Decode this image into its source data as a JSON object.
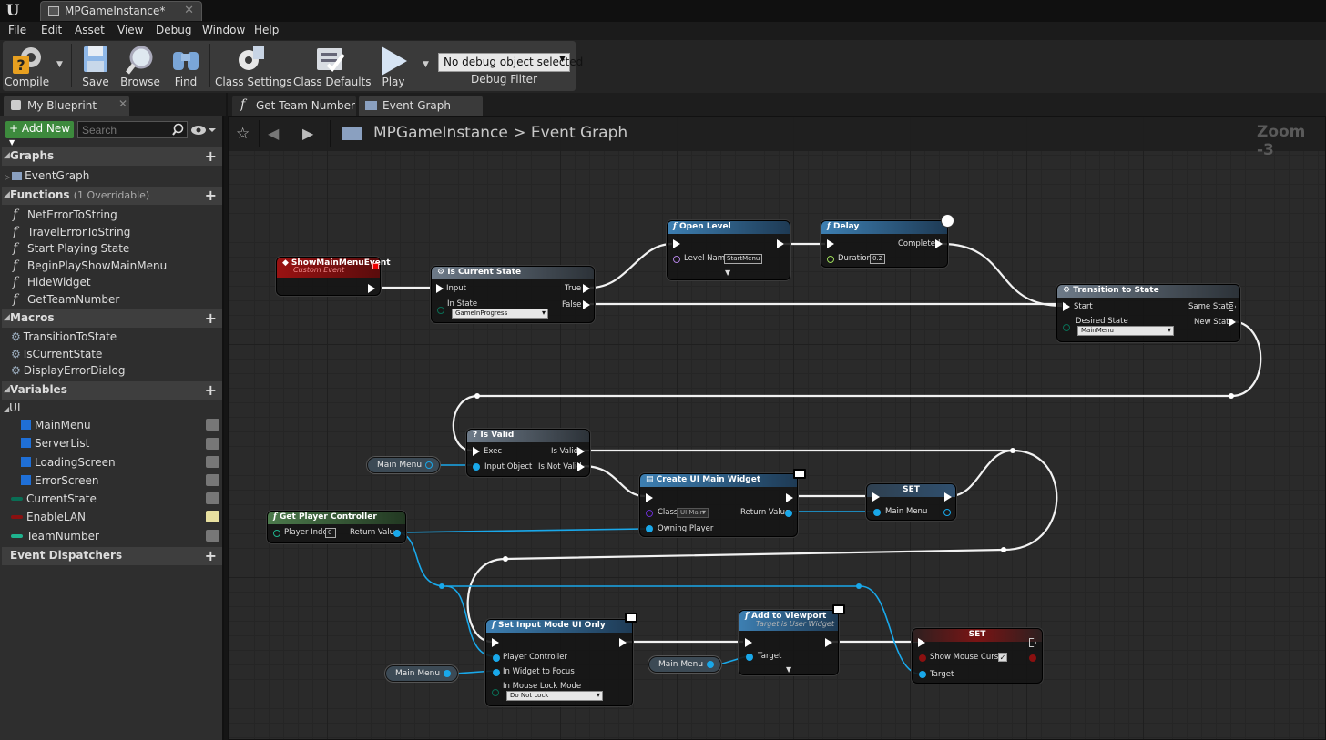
{
  "app": {
    "tab_title": "MPGameInstance*"
  },
  "menu": [
    "File",
    "Edit",
    "Asset",
    "View",
    "Debug",
    "Window",
    "Help"
  ],
  "toolbar": {
    "compile": "Compile",
    "save": "Save",
    "browse": "Browse",
    "find": "Find",
    "class_settings": "Class Settings",
    "class_defaults": "Class Defaults",
    "play": "Play",
    "debug_select": "No debug object selected",
    "debug_filter": "Debug Filter"
  },
  "left_panel": {
    "tab": "My Blueprint",
    "add_new": "Add New",
    "search_placeholder": "Search",
    "graphs": {
      "title": "Graphs",
      "items": [
        "EventGraph"
      ]
    },
    "functions": {
      "title": "Functions",
      "note": "(1 Overridable)",
      "items": [
        "NetErrorToString",
        "TravelErrorToString",
        "Start Playing State",
        "BeginPlayShowMainMenu",
        "HideWidget",
        "GetTeamNumber"
      ]
    },
    "macros": {
      "title": "Macros",
      "items": [
        "TransitionToState",
        "IsCurrentState",
        "DisplayErrorDialog"
      ]
    },
    "variables": {
      "title": "Variables",
      "category": "UI",
      "items": [
        {
          "name": "MainMenu",
          "color": "#1f6fd6"
        },
        {
          "name": "ServerList",
          "color": "#1f6fd6"
        },
        {
          "name": "LoadingScreen",
          "color": "#1f6fd6"
        },
        {
          "name": "ErrorScreen",
          "color": "#1f6fd6"
        },
        {
          "name": "CurrentState",
          "color": "#0a6e55"
        },
        {
          "name": "EnableLAN",
          "color": "#8a1010"
        },
        {
          "name": "TeamNumber",
          "color": "#1fb38e"
        }
      ]
    },
    "event_dispatchers": {
      "title": "Event Dispatchers"
    }
  },
  "graph_tabs": [
    "Get Team Number",
    "Event Graph"
  ],
  "graph": {
    "breadcrumb_root": "MPGameInstance",
    "breadcrumb_sep": ">",
    "breadcrumb_leaf": "Event Graph",
    "zoom": "Zoom -3",
    "nodes": {
      "show_main_menu": {
        "title": "ShowMainMenuEvent",
        "subtitle": "Custom Event"
      },
      "is_current_state": {
        "title": "Is Current State",
        "input": "Input",
        "in_state": "In State",
        "in_state_value": "GameInProgress",
        "true": "True",
        "false": "False"
      },
      "open_level": {
        "title": "Open Level",
        "level_name": "Level Name",
        "level_value": "StartMenu"
      },
      "delay": {
        "title": "Delay",
        "completed": "Completed",
        "duration": "Duration",
        "duration_value": "0.2"
      },
      "transition": {
        "title": "Transition to State",
        "start": "Start",
        "desired": "Desired State",
        "desired_value": "MainMenu",
        "same": "Same State",
        "new": "New State"
      },
      "is_valid": {
        "title": "Is Valid",
        "exec": "Exec",
        "input_object": "Input Object",
        "is_valid": "Is Valid",
        "is_not_valid": "Is Not Valid"
      },
      "main_menu_ref1": "Main Menu",
      "get_pc": {
        "title": "Get Player Controller",
        "player_index": "Player Index",
        "index_value": "0",
        "return_value": "Return Value"
      },
      "create_widget": {
        "title": "Create UI Main Widget",
        "class": "Class",
        "class_value": "UI Main",
        "return_value": "Return Value",
        "owning_player": "Owning Player"
      },
      "set_main_menu": {
        "title": "SET",
        "main_menu": "Main Menu"
      },
      "set_input_mode": {
        "title": "Set Input Mode UI Only",
        "player_controller": "Player Controller",
        "widget_focus": "In Widget to Focus",
        "mouse_lock": "In Mouse Lock Mode",
        "mouse_lock_value": "Do Not Lock"
      },
      "main_menu_ref2": "Main Menu",
      "main_menu_ref3": "Main Menu",
      "add_viewport": {
        "title": "Add to Viewport",
        "subtitle": "Target is User Widget",
        "target": "Target"
      },
      "set_cursor": {
        "title": "SET",
        "show_mouse_cursor": "Show Mouse Cursor",
        "target": "Target"
      }
    }
  }
}
